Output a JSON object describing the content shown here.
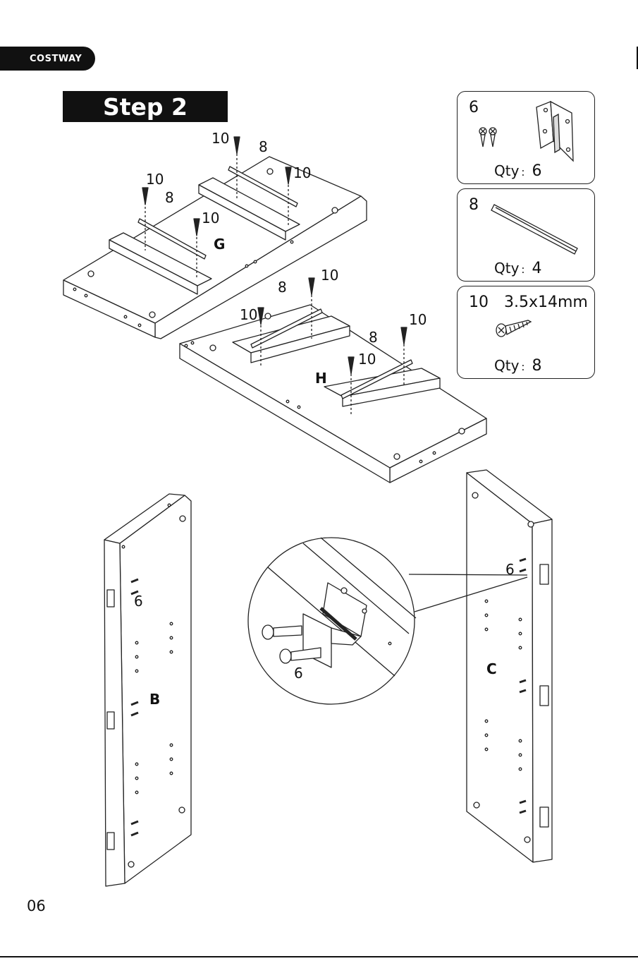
{
  "brand": "COSTWAY",
  "step_title": "Step 2",
  "page_number": "06",
  "parts": [
    {
      "id": "6",
      "spec": "",
      "qty_label": "Qty",
      "qty_sep": ":",
      "qty": "6",
      "icon": "hinge-with-screws-icon"
    },
    {
      "id": "8",
      "spec": "",
      "qty_label": "Qty",
      "qty_sep": ":",
      "qty": "4",
      "icon": "rail-strip-icon"
    },
    {
      "id": "10",
      "spec": "3.5x14mm",
      "qty_label": "Qty",
      "qty_sep": ":",
      "qty": "8",
      "icon": "screw-icon"
    }
  ],
  "panels": {
    "g": "G",
    "h": "H",
    "b": "B",
    "c": "C"
  },
  "callouts": {
    "screw": "10",
    "rail": "8",
    "hinge": "6"
  }
}
